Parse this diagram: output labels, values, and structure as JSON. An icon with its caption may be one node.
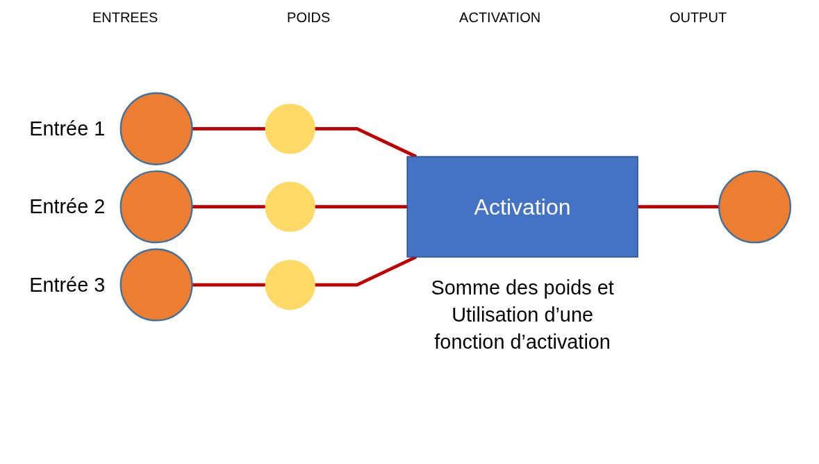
{
  "diagram": {
    "nodes": [
      {
        "text": [],
        "shape": "circle",
        "beside": [
          "Entrée 1"
        ]
      },
      {
        "text": [],
        "shape": "circle",
        "beside": [
          "Entrée 2"
        ]
      },
      {
        "text": [],
        "shape": "circle",
        "beside": [
          "Entrée 3"
        ]
      },
      {
        "text": [],
        "shape": "circle"
      },
      {
        "text": [],
        "shape": "circle"
      },
      {
        "text": [],
        "shape": "circle"
      },
      {
        "text": [
          "Activation"
        ],
        "beside": [
          "Somme des poids et Utilisation d’une fonction d’activation"
        ]
      },
      {
        "text": [],
        "shape": "circle"
      }
    ],
    "edges": [
      {
        "from": 0,
        "to": 3,
        "arrow": "none"
      },
      {
        "from": 1,
        "to": 4,
        "arrow": "none"
      },
      {
        "from": 2,
        "to": 5,
        "arrow": "none"
      },
      {
        "from": 3,
        "to": 6,
        "arrow": "none"
      },
      {
        "from": 4,
        "to": 6,
        "arrow": "none"
      },
      {
        "from": 5,
        "to": 6,
        "arrow": "none"
      },
      {
        "from": 6,
        "to": 7,
        "arrow": "none"
      }
    ],
    "labels": [
      "ENTREES",
      "POIDS",
      "ACTIVATION",
      "OUTPUT"
    ]
  }
}
